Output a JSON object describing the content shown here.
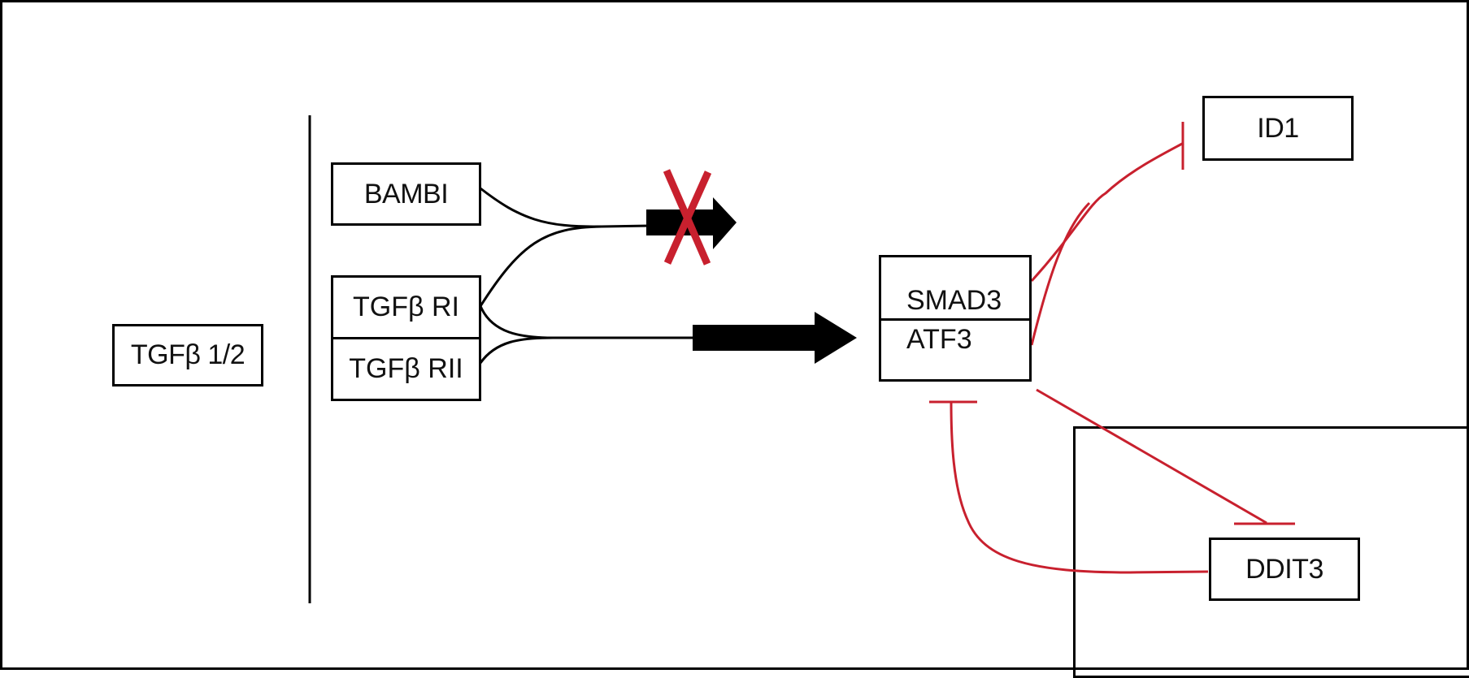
{
  "diagram": {
    "title": "",
    "nodes": {
      "ligand": {
        "label": "TGFβ 1/2"
      },
      "bambi": {
        "label": "BAMBI"
      },
      "receptor_1": {
        "label": "TGFβ RI"
      },
      "receptor_2": {
        "label": "TGFβ RII"
      },
      "smad3": {
        "label": "SMAD3"
      },
      "atf3": {
        "label": "ATF3"
      },
      "id1": {
        "label": "ID1"
      },
      "ddit3": {
        "label": "DDIT3"
      }
    },
    "edges": [
      {
        "from": "BAMBI + TGFβ RI",
        "to": "blocked",
        "type": "activation",
        "blocked": true
      },
      {
        "from": "TGFβ RI + TGFβ RII",
        "to": "SMAD3/ATF3",
        "type": "activation"
      },
      {
        "from": "SMAD3/ATF3",
        "to": "ID1",
        "type": "inhibition"
      },
      {
        "from": "SMAD3/ATF3",
        "to": "DDIT3",
        "type": "inhibition"
      },
      {
        "from": "DDIT3",
        "to": "SMAD3/ATF3",
        "type": "inhibition"
      }
    ],
    "colors": {
      "inhibition": "#c8202e",
      "activation": "#000000",
      "block_mark": "#c8202e"
    }
  }
}
